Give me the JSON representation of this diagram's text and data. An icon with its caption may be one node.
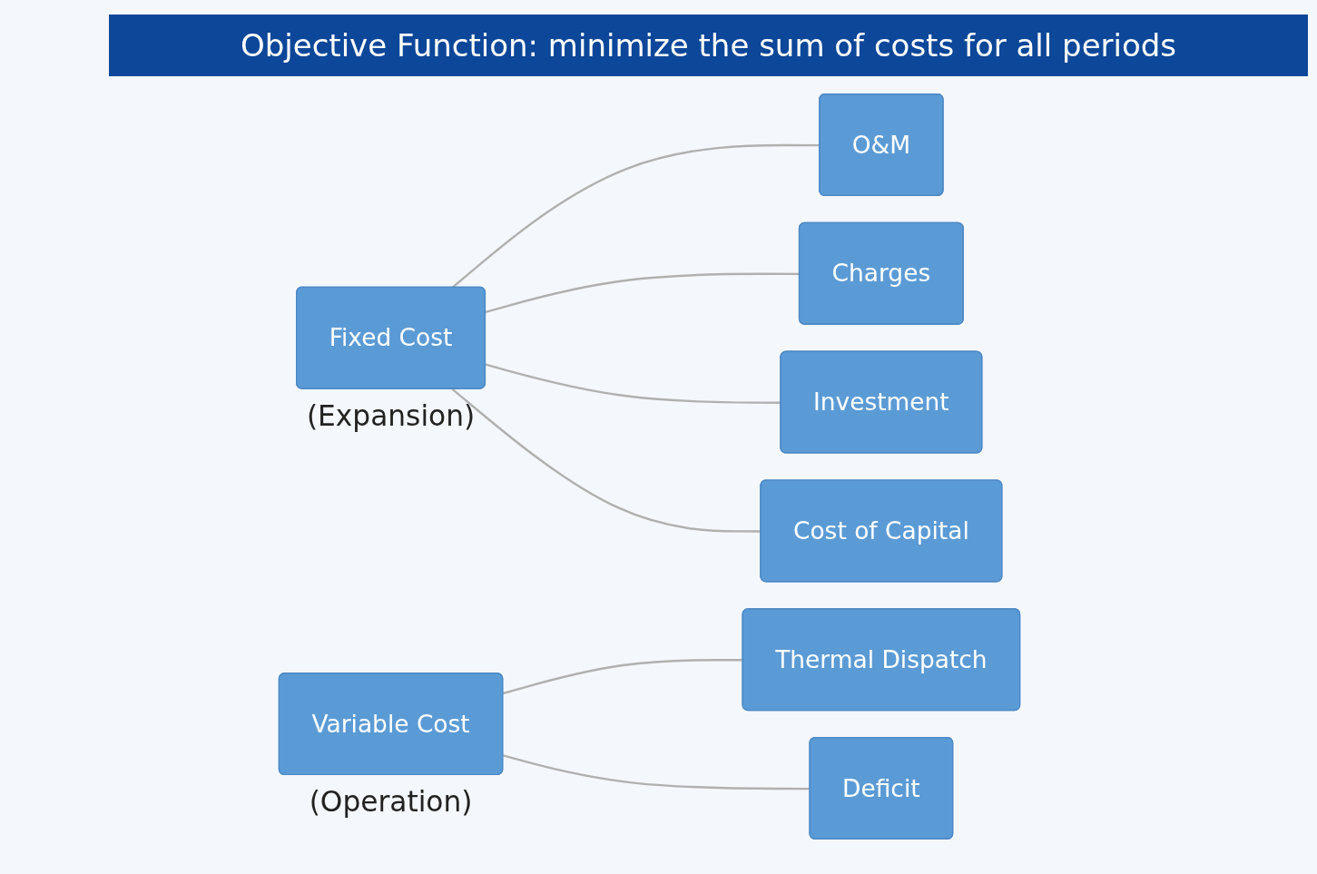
{
  "diagram": {
    "title": "Objective Function: minimize the sum of costs for all periods",
    "nodes": [
      {
        "text": [
          "Fixed Cost"
        ],
        "beside": [
          "(Expansion)"
        ]
      },
      {
        "text": [
          "O&M"
        ]
      },
      {
        "text": [
          "Charges"
        ]
      },
      {
        "text": [
          "Investment"
        ]
      },
      {
        "text": [
          "Cost of Capital"
        ]
      },
      {
        "text": [
          "Variable Cost"
        ],
        "beside": [
          "(Operation)"
        ]
      },
      {
        "text": [
          "Thermal Dispatch"
        ]
      },
      {
        "text": [
          "Deficit"
        ]
      }
    ],
    "edges": [
      {
        "from": 0,
        "to": 1,
        "arrow": "none"
      },
      {
        "from": 0,
        "to": 2,
        "arrow": "none"
      },
      {
        "from": 0,
        "to": 3,
        "arrow": "none"
      },
      {
        "from": 0,
        "to": 4,
        "arrow": "none"
      },
      {
        "from": 5,
        "to": 6,
        "arrow": "none"
      },
      {
        "from": 5,
        "to": 7,
        "arrow": "none"
      }
    ]
  }
}
